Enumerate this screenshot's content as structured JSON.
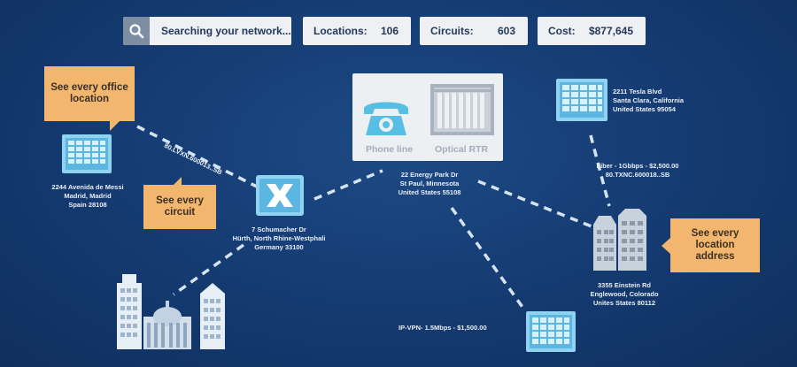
{
  "topbar": {
    "search_text": "Searching your network...",
    "locations_label": "Locations:",
    "locations_value": "106",
    "circuits_label": "Circuits:",
    "circuits_value": "603",
    "cost_label": "Cost:",
    "cost_value": "$877,645"
  },
  "callouts": {
    "office": "See every office location",
    "circuit": "See every circuit",
    "address": "See every location address"
  },
  "devices": {
    "phone_label": "Phone line",
    "optical_label": "Optical RTR"
  },
  "addresses": {
    "madrid": [
      "2244 Avenida de Messi",
      "Madrid, Madrid",
      "Spain 28108"
    ],
    "hurth": [
      "7 Schumacher Dr",
      "Hürth, North Rhine-Westphali",
      "Germany 33100"
    ],
    "stpaul": [
      "22 Energy Park Dr",
      "St Paul, Minnesota",
      "United States 55108"
    ],
    "santaclara": [
      "2211  Tesla Blvd",
      "Santa Clara, California",
      "United States 95054"
    ],
    "englewood": [
      "3355 Einstein Rd",
      "Englewood, Colorado",
      "Unites States 80112"
    ]
  },
  "links": {
    "circuit_id_1": "80.LVXN.600013..SB",
    "fiber_line1": "Fiber - 1Gbbps - $2,500.00",
    "fiber_line2": "80.TXNC.600018..SB",
    "ipvpn": "IP-VPN- 1.5Mbps - $1,500.00"
  },
  "colors": {
    "background": "#143a70",
    "callout": "#f2b66e",
    "building_tile": "#7ec8ea",
    "link_dash": "#cfe0f2"
  }
}
